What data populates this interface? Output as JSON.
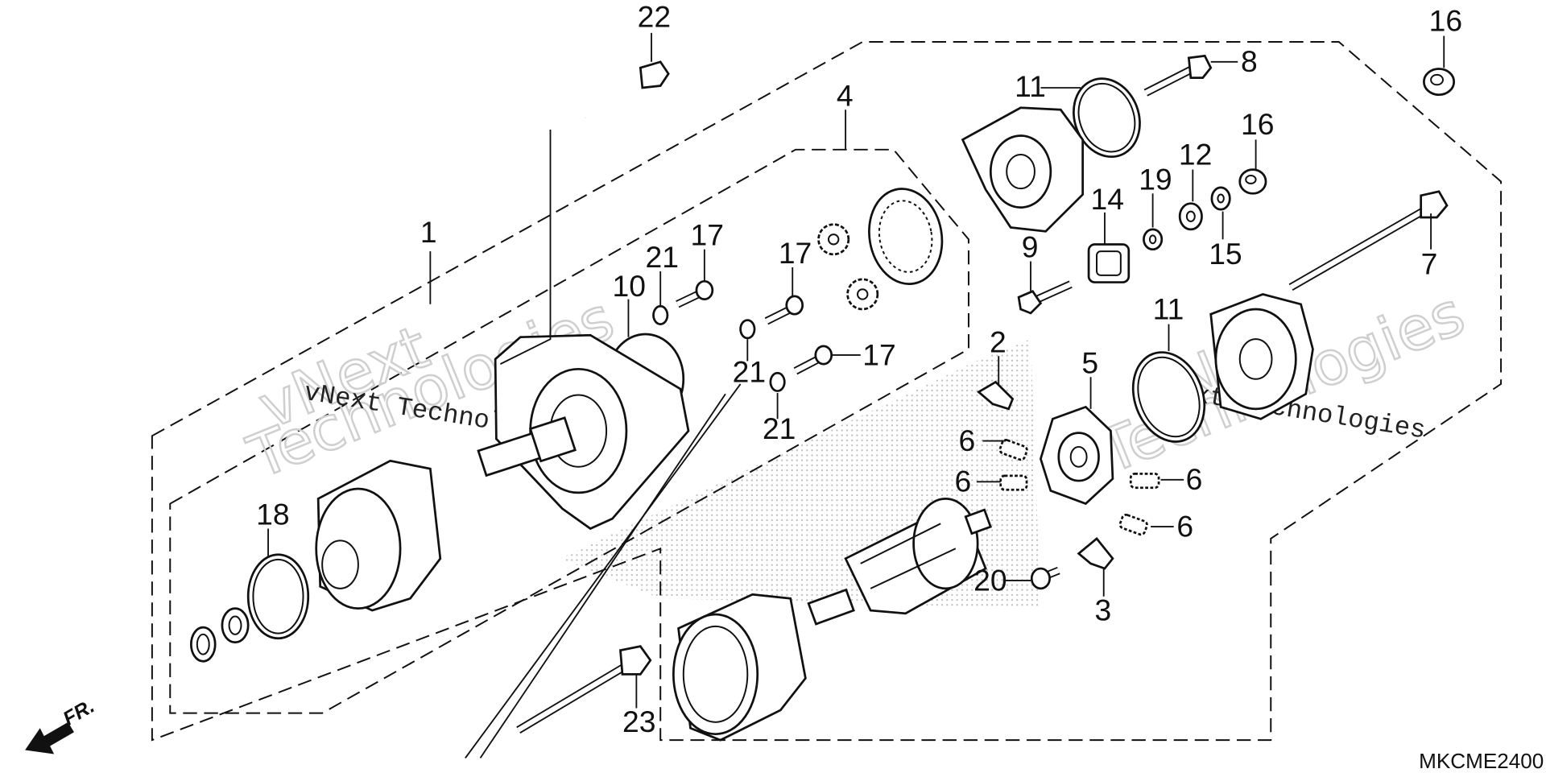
{
  "diagram_code": "MKCME2400",
  "direction_label": "FR.",
  "watermarks": {
    "brand": "vNext",
    "word": "Technologies",
    "company": "vNext Technologies"
  },
  "callouts": {
    "c1": "1",
    "c2": "2",
    "c3": "3",
    "c4": "4",
    "c5": "5",
    "c6a": "6",
    "c6b": "6",
    "c6c": "6",
    "c6d": "6",
    "c7": "7",
    "c8": "8",
    "c9": "9",
    "c10": "10",
    "c11a": "11",
    "c11b": "11",
    "c12": "12",
    "c14": "14",
    "c15": "15",
    "c16a": "16",
    "c16b": "16",
    "c17a": "17",
    "c17b": "17",
    "c17c": "17",
    "c18": "18",
    "c19": "19",
    "c20": "20",
    "c21a": "21",
    "c21b": "21",
    "c21c": "21",
    "c22": "22",
    "c23": "23"
  }
}
